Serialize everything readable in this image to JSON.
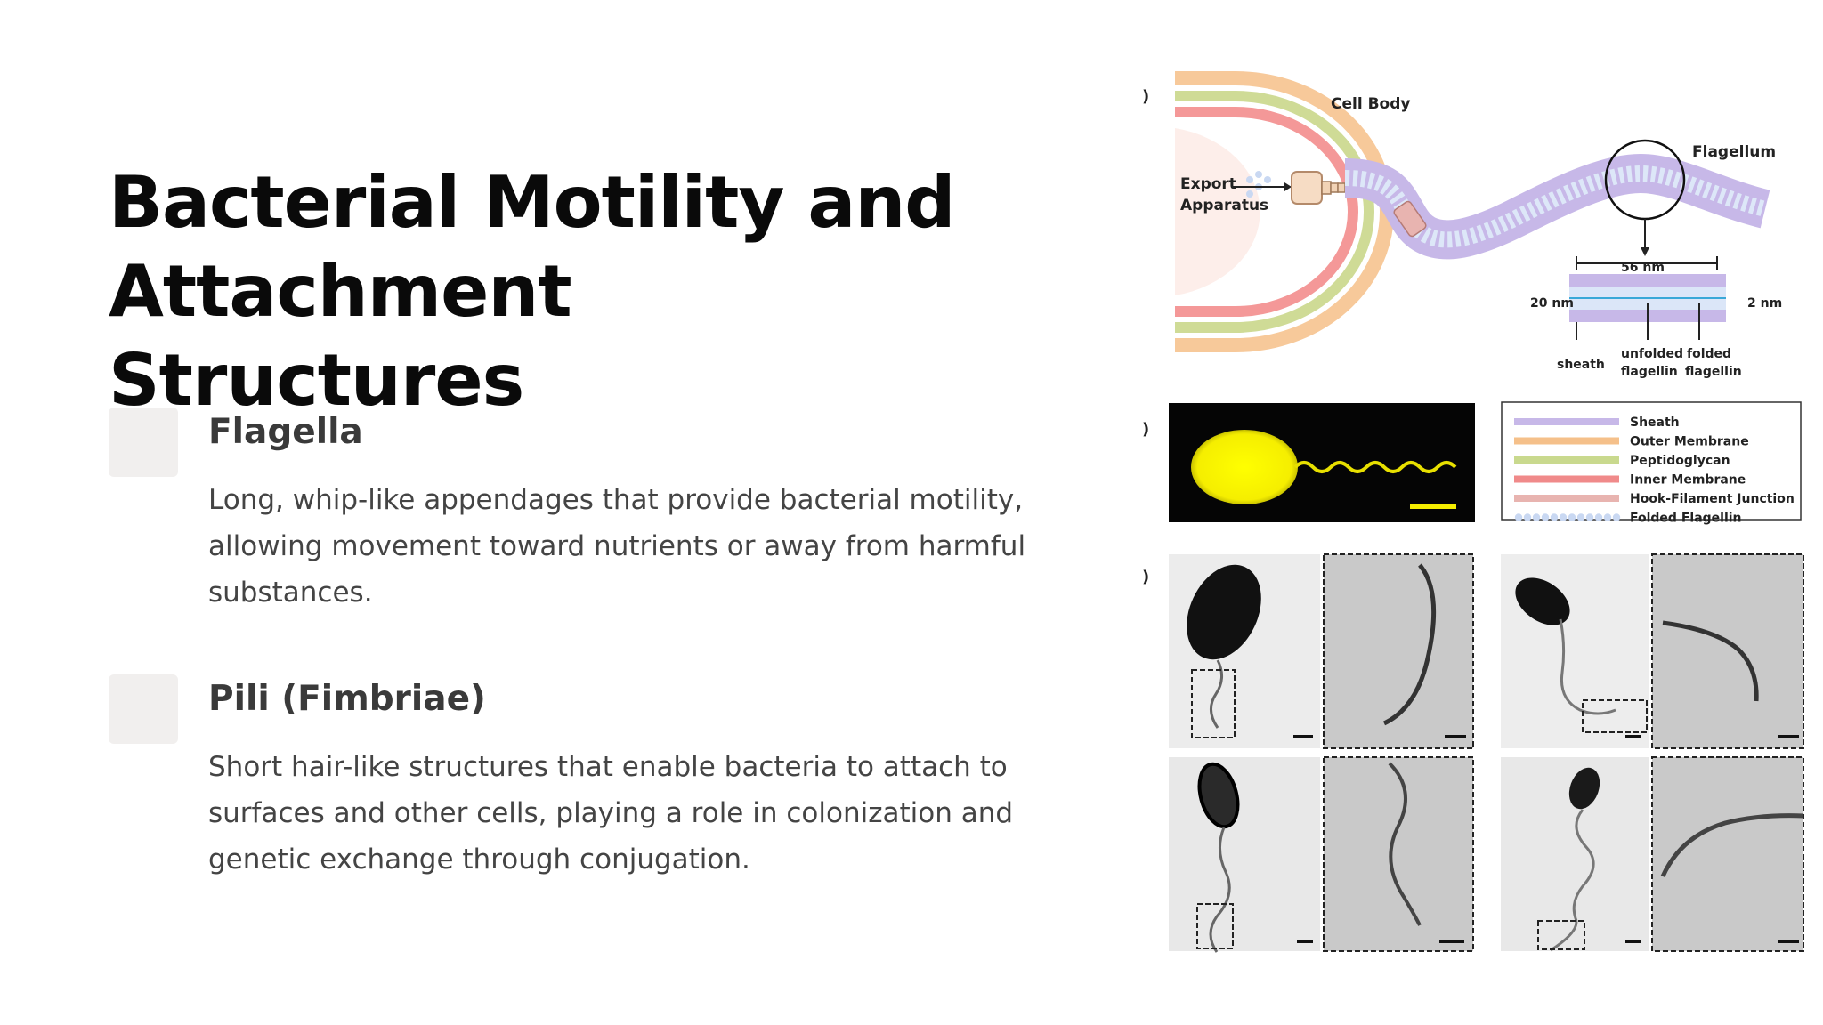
{
  "slide": {
    "title": "Bacterial Motility and Attachment Structures"
  },
  "features": [
    {
      "title": "Flagella",
      "description": "Long, whip-like appendages that provide bacterial motility, allowing movement toward nutrients or away from harmful substances."
    },
    {
      "title": "Pili (Fimbriae)",
      "description": "Short hair-like structures that enable bacteria to attach to surfaces and other cells, playing a role in colonization and genetic exchange through conjugation."
    }
  ],
  "figure": {
    "panel_labels": [
      ")",
      ")",
      ")"
    ],
    "diagram": {
      "cell_body": "Cell Body",
      "export_apparatus_line1": "Export",
      "export_apparatus_line2": "Apparatus",
      "flagellum": "Flagellum",
      "width_56": "56 nm",
      "width_20": "20 nm",
      "width_2": "2 nm",
      "sheath": "sheath",
      "unfolded_line1": "unfolded",
      "unfolded_line2": "flagellin",
      "folded_line1": "folded",
      "folded_line2": "flagellin"
    },
    "legend": [
      {
        "label": "Sheath",
        "color": "#c7b8e8"
      },
      {
        "label": "Outer Membrane",
        "color": "#f5c08a"
      },
      {
        "label": "Peptidoglycan",
        "color": "#c9d98e"
      },
      {
        "label": "Inner Membrane",
        "color": "#f08a8a"
      },
      {
        "label": "Hook-Filament Junction",
        "color": "#e8b4b0"
      },
      {
        "label": "Folded Flagellin",
        "color": "#c9d8f2"
      }
    ]
  }
}
